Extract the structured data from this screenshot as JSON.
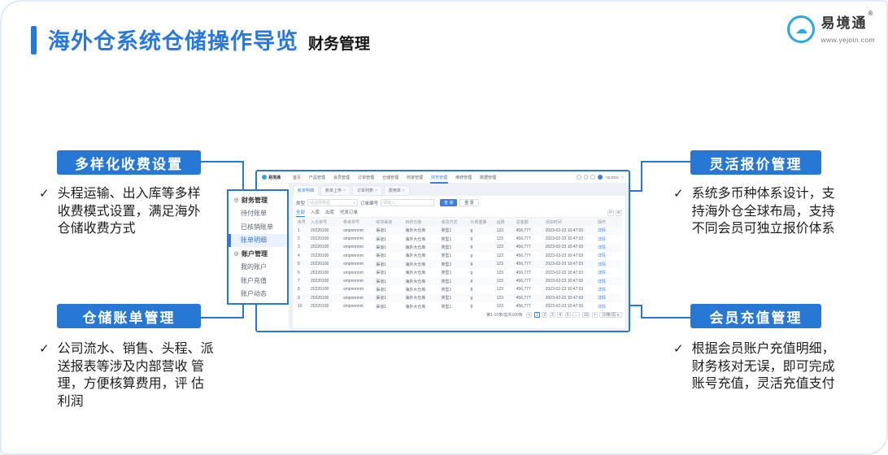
{
  "slide": {
    "title": "海外仓系统仓储操作导览",
    "subtitle": "财务管理"
  },
  "logo": {
    "cloud_icon": "☁",
    "name": "易境通",
    "reg": "®",
    "url": "www.yejoin.com"
  },
  "callouts": {
    "fee": {
      "title": "多样化收费设置",
      "check": "✓",
      "text": "头程运输、出入库等多样\n收费模式设置，满足海外\n仓储收费方式"
    },
    "billing": {
      "title": "仓储账单管理",
      "check": "✓",
      "text": "公司流水、销售、头程、派\n送报表等涉及内部营收 管\n理，方便核算费用，评 估\n利润"
    },
    "quote": {
      "title": "灵活报价管理",
      "check": "✓",
      "text": "系统多币种体系设计，支\n持海外仓全球布局，支持\n不同会员可独立报价体系"
    },
    "recharge": {
      "title": "会员充值管理",
      "check": "✓",
      "text": "根据会员账户充值明细，\n财务核对无误，即可完成\n账号充值，灵活充值支付"
    }
  },
  "menu_panel": {
    "items": [
      {
        "label": "财务管理",
        "type": "group",
        "icon": "◎"
      },
      {
        "label": "待付账单",
        "type": "item"
      },
      {
        "label": "已核销账单",
        "type": "item"
      },
      {
        "label": "账单明细",
        "type": "item",
        "active": true
      },
      {
        "label": "账户管理",
        "type": "group",
        "icon": "◎"
      },
      {
        "label": "我的账户",
        "type": "item"
      },
      {
        "label": "账户充值",
        "type": "item"
      },
      {
        "label": "账户动态",
        "type": "item"
      }
    ]
  },
  "app": {
    "logo_name": "易境通",
    "nav": [
      {
        "label": "首页"
      },
      {
        "label": "产品管理"
      },
      {
        "label": "会员管理"
      },
      {
        "label": "订单管理"
      },
      {
        "label": "仓储管理"
      },
      {
        "label": "商家管理"
      },
      {
        "label": "财务管理",
        "active": true
      },
      {
        "label": "维修管理"
      },
      {
        "label": "数据管理"
      }
    ],
    "user": "YEJOIN",
    "user_caret": "∨",
    "tabs": [
      {
        "label": "账单明细",
        "active": true
      },
      {
        "label": "账单上传",
        "closable": true
      },
      {
        "label": "订单列表",
        "closable": true
      },
      {
        "label": "费用单",
        "closable": true
      }
    ],
    "tab_close": "×",
    "filter": {
      "type_label": "类型",
      "type_placeholder": "请选择类型",
      "select_caret": "∨",
      "order_label": "订单编号",
      "order_placeholder": "请输入",
      "search": "查 询",
      "reset": "重 置"
    },
    "subtabs": [
      {
        "label": "全部",
        "active": true
      },
      {
        "label": "入库"
      },
      {
        "label": "出库"
      },
      {
        "label": "代发订单"
      }
    ],
    "toolbar_icons": {
      "refresh": "⟳",
      "settings": "⚙"
    },
    "table": {
      "columns": [
        "序号",
        "入仓单号",
        "参考单号",
        "收货渠道",
        "目的仓库",
        "收货方式",
        "计费重量",
        "运费",
        "总金额",
        "添加时间",
        "操作"
      ],
      "rows": [
        [
          "1",
          "20220100",
          "smpnnnnm",
          "渠道1",
          "海外大仓库",
          "类型1",
          "g",
          "123",
          "456,777",
          "2023-02-23 10:47:03",
          "详情"
        ],
        [
          "2",
          "20220100",
          "smpnnnnm",
          "渠道1",
          "海外大仓库",
          "类型1",
          "g",
          "123",
          "456,777",
          "2023-02-23 10:47:03",
          "详情"
        ],
        [
          "3",
          "20220100",
          "smpnnnnm",
          "渠道1",
          "海外大仓库",
          "类型1",
          "g",
          "123",
          "456,777",
          "2023-02-23 10:47:03",
          "详情"
        ],
        [
          "4",
          "20220100",
          "smpnnnnm",
          "渠道1",
          "海外大仓库",
          "类型1",
          "g",
          "123",
          "456,777",
          "2023-02-23 10:47:03",
          "详情"
        ],
        [
          "5",
          "20220100",
          "smpnnnnm",
          "渠道1",
          "海外大仓库",
          "类型1",
          "g",
          "123",
          "456,777",
          "2023-02-23 10:47:03",
          "详情"
        ],
        [
          "6",
          "20220100",
          "smpnnnnm",
          "渠道1",
          "海外大仓库",
          "类型1",
          "g",
          "123",
          "456,777",
          "2023-02-23 10:47:03",
          "详情"
        ],
        [
          "7",
          "20220100",
          "smpnnnnm",
          "渠道1",
          "海外大仓库",
          "类型1",
          "g",
          "123",
          "456,777",
          "2023-02-23 10:47:03",
          "详情"
        ],
        [
          "8",
          "20220100",
          "smpnnnnm",
          "渠道1",
          "海外大仓库",
          "类型1",
          "g",
          "123",
          "456,777",
          "2023-02-23 10:47:03",
          "详情"
        ],
        [
          "9",
          "20220100",
          "smpnnnnm",
          "渠道1",
          "海外大仓库",
          "类型1",
          "g",
          "123",
          "456,777",
          "2023-02-23 10:47:03",
          "详情"
        ],
        [
          "10",
          "20220100",
          "smpnnnnm",
          "渠道1",
          "海外大仓库",
          "类型1",
          "g",
          "123",
          "456,777",
          "2023-02-23 10:47:03",
          "详情"
        ]
      ]
    },
    "pagination": {
      "total": "第1-10条/总共100条",
      "prev": "<",
      "pages": [
        {
          "label": "1",
          "active": true
        },
        {
          "label": "2"
        },
        {
          "label": "3"
        },
        {
          "label": "4"
        },
        {
          "label": "5"
        },
        {
          "label": "…"
        },
        {
          "label": "10"
        }
      ],
      "next": ">",
      "sizer": "10条/页",
      "sizer_caret": "∨"
    }
  }
}
